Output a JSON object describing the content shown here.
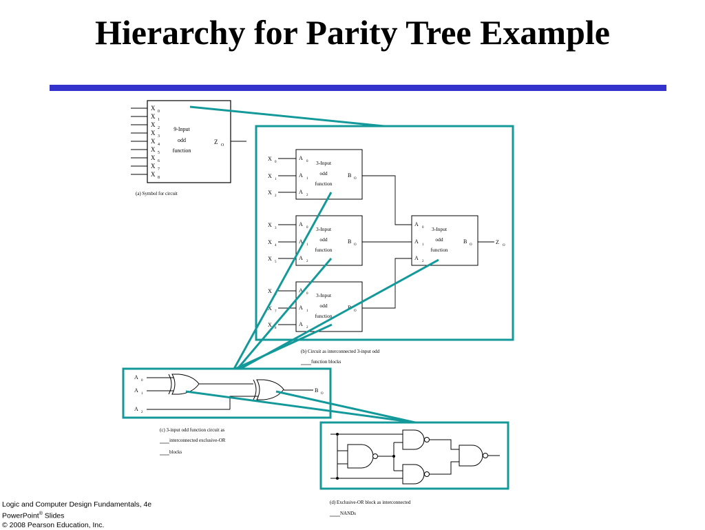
{
  "slide": {
    "title": "Hierarchy for Parity Tree Example"
  },
  "symbol": {
    "inputs": [
      "X",
      "X",
      "X",
      "X",
      "X",
      "X",
      "X",
      "X",
      "X"
    ],
    "input_subscripts": [
      "0",
      "1",
      "2",
      "3",
      "4",
      "5",
      "6",
      "7",
      "8"
    ],
    "label_lines": [
      "9-Input",
      "odd",
      "function"
    ],
    "output": "Z",
    "output_subscript": "O",
    "caption": "(a) Symbol for circuit"
  },
  "circuit_b": {
    "block_lines": [
      "3-Input",
      "odd",
      "function"
    ],
    "block_inputs": [
      "A",
      "A",
      "A"
    ],
    "block_input_subscripts": [
      "0",
      "1",
      "2"
    ],
    "block_output": "B",
    "block_output_subscript": "O",
    "x_inputs": [
      "X",
      "X",
      "X",
      "X",
      "X",
      "X",
      "X",
      "X",
      "X"
    ],
    "x_subscripts": [
      "0",
      "1",
      "2",
      "3",
      "4",
      "5",
      "6",
      "7",
      "8"
    ],
    "final_output": "Z",
    "final_output_subscript": "O",
    "caption_lines": [
      "(b) Circuit as interconnected 3-input odd",
      "function blocks"
    ]
  },
  "circuit_c": {
    "inputs": [
      "A",
      "A",
      "A"
    ],
    "input_subscripts": [
      "0",
      "1",
      "2"
    ],
    "output": "B",
    "output_subscript": "O",
    "caption_lines": [
      "(c) 3-input odd function circuit as",
      "interconnected exclusive-OR",
      "blocks"
    ]
  },
  "circuit_d": {
    "caption_lines": [
      "(d) Exclusive-OR block as interconnected",
      "NANDs"
    ]
  },
  "footer": {
    "line1": "Logic and Computer Design Fundamentals, 4e",
    "line2_pre": "PowerPoint",
    "line2_sup": "®",
    "line2_post": " Slides",
    "line3": "© 2008 Pearson Education, Inc."
  },
  "colors": {
    "accent_rule": "#3333cc",
    "teal": "#14999a"
  }
}
